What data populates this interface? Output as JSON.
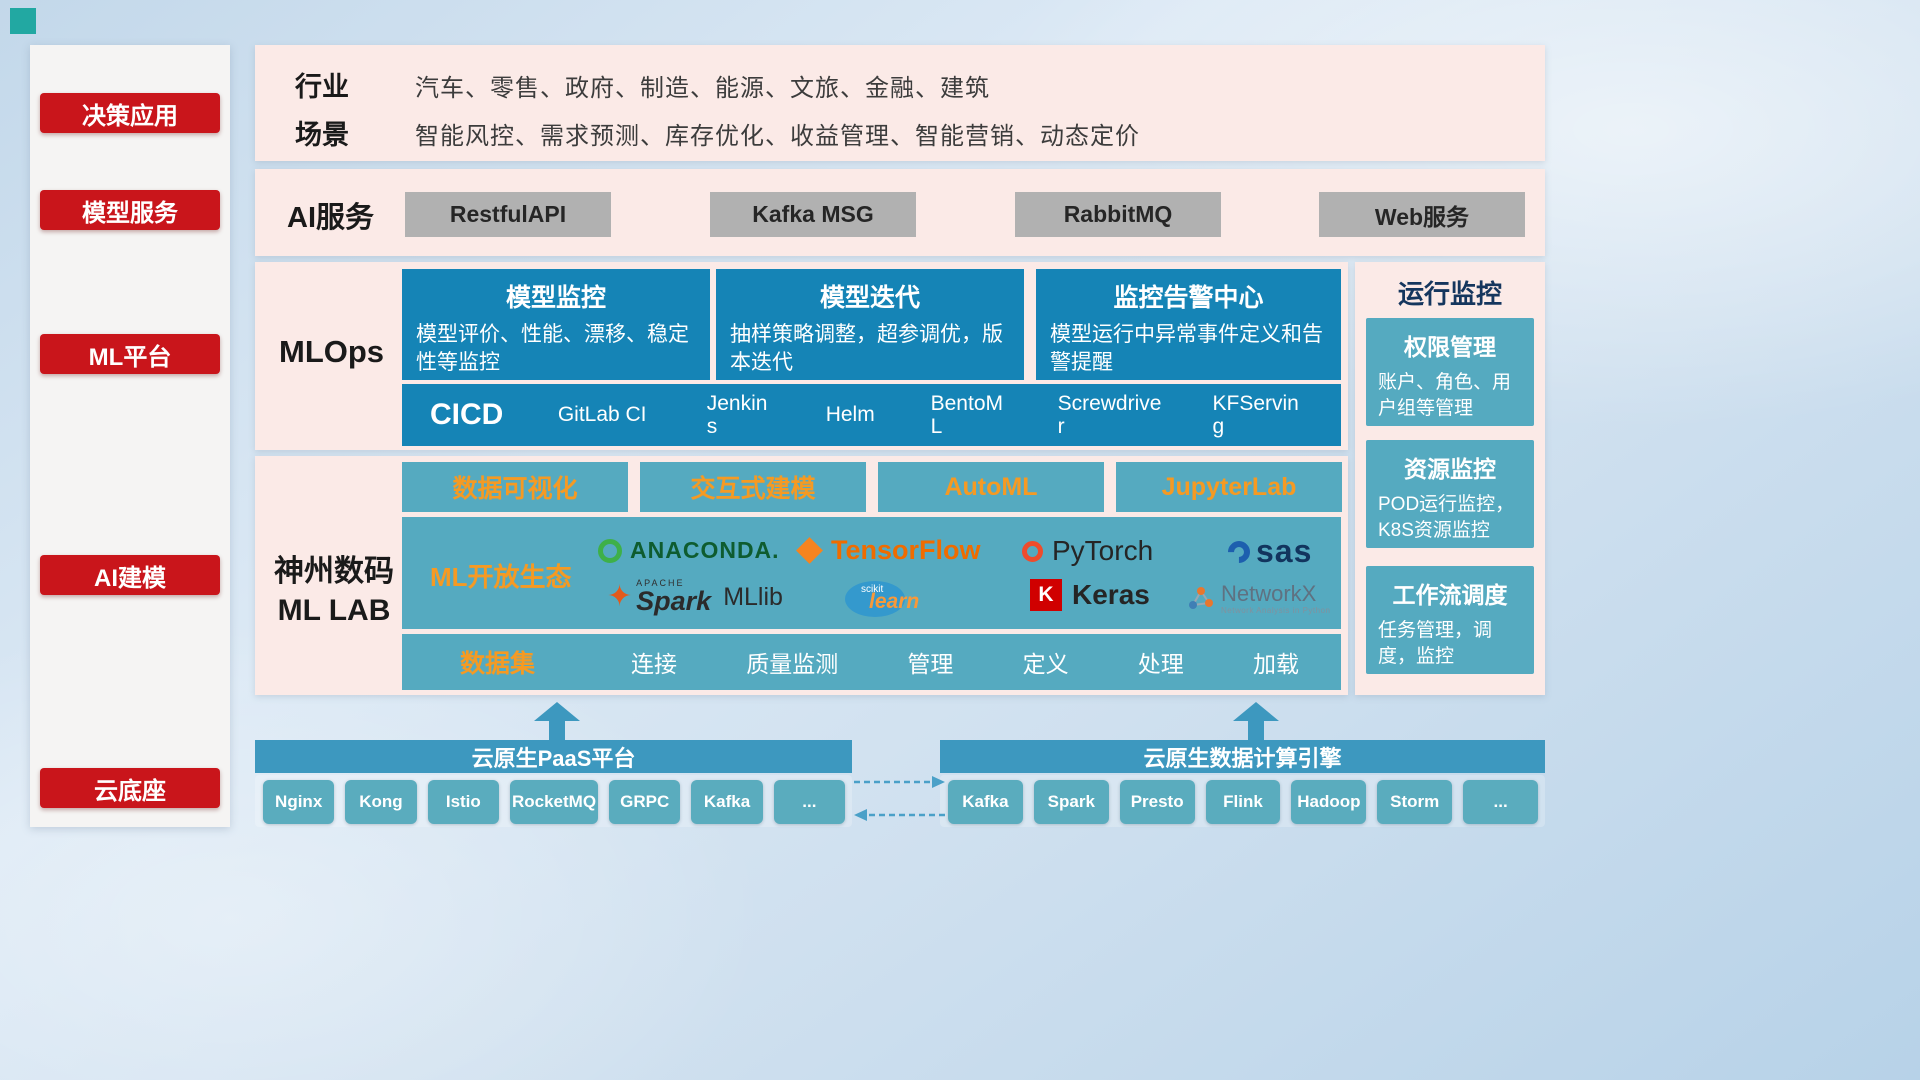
{
  "colors": {
    "red": "#c9151b",
    "pink_panel": "#fbeae7",
    "blue_card": "#1584b6",
    "teal": "#55aac0",
    "bar_blue": "#3d98bf",
    "orange": "#f59a23",
    "gray_button": "#b1b1b1"
  },
  "sidebar": {
    "items": [
      "决策应用",
      "模型服务",
      "ML平台",
      "AI建模",
      "云底座"
    ]
  },
  "industry": {
    "rows": [
      {
        "label": "行业",
        "value": "汽车、零售、政府、制造、能源、文旅、金融、建筑"
      },
      {
        "label": "场景",
        "value": "智能风控、需求预测、库存优化、收益管理、智能营销、动态定价"
      }
    ]
  },
  "ai_service": {
    "label": "AI服务",
    "buttons": [
      "RestfulAPI",
      "Kafka MSG",
      "RabbitMQ",
      "Web服务"
    ]
  },
  "mlops": {
    "label": "MLOps",
    "cards": [
      {
        "title": "模型监控",
        "desc": "模型评价、性能、漂移、稳定性等监控"
      },
      {
        "title": "模型迭代",
        "desc": "抽样策略调整，超参调优，版本迭代"
      },
      {
        "title": "监控告警中心",
        "desc": "模型运行中异常事件定义和告警提醒"
      }
    ],
    "cicd_label": "CICD",
    "cicd_tools": [
      "GitLab CI",
      "Jenkins",
      "Helm",
      "BentoML",
      "Screwdriver",
      "KFServing"
    ]
  },
  "monitoring": {
    "title": "运行监控",
    "cards": [
      {
        "title": "权限管理",
        "desc": "账户、角色、用户组等管理"
      },
      {
        "title": "资源监控",
        "desc": "POD运行监控，K8S资源监控"
      },
      {
        "title": "工作流调度",
        "desc": "任务管理，调度，监控"
      }
    ]
  },
  "ml_lab": {
    "label_line1": "神州数码",
    "label_line2": "ML LAB",
    "top_buttons": [
      "数据可视化",
      "交互式建模",
      "AutoML",
      "JupyterLab"
    ],
    "eco_label": "ML开放生态",
    "logos": {
      "anaconda": "ANACONDA.",
      "tensorflow": "TensorFlow",
      "pytorch": "PyTorch",
      "sas": "sas",
      "apache": "APACHE",
      "spark": "Spark",
      "mllib": "MLlib",
      "scikit_top": "scikit",
      "scikit_learn": "learn",
      "keras_k": "K",
      "keras": "Keras",
      "networkx": "NetworkX",
      "networkx_sub": "Network Analysis in Python"
    },
    "dataset_label": "数据集",
    "dataset_items": [
      "连接",
      "质量监测",
      "管理",
      "定义",
      "处理",
      "加载"
    ]
  },
  "bottom": {
    "paas_title": "云原生PaaS平台",
    "paas_items": [
      "Nginx",
      "Kong",
      "Istio",
      "RocketMQ",
      "GRPC",
      "Kafka",
      "..."
    ],
    "engine_title": "云原生数据计算引擎",
    "engine_items": [
      "Kafka",
      "Spark",
      "Presto",
      "Flink",
      "Hadoop",
      "Storm",
      "..."
    ]
  }
}
